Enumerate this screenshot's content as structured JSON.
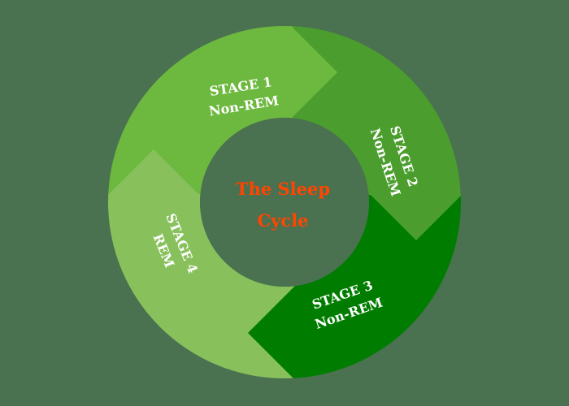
{
  "diagram": {
    "title_line1": "The Sleep",
    "title_line2": "Cycle",
    "stages": [
      {
        "line1": "STAGE 1",
        "line2": "Non-REM",
        "color": "#6db93f"
      },
      {
        "line1": "STAGE 2",
        "line2": "Non-REM",
        "color": "#4b9e2e"
      },
      {
        "line1": "STAGE 3",
        "line2": "Non-REM",
        "color": "#007d00"
      },
      {
        "line1": "STAGE 4",
        "line2": "REM",
        "color": "#88c15c"
      }
    ],
    "colors": {
      "background": "#4a7150",
      "title": "#ff4500",
      "center": "#4a7150",
      "label": "#ffffff"
    }
  }
}
